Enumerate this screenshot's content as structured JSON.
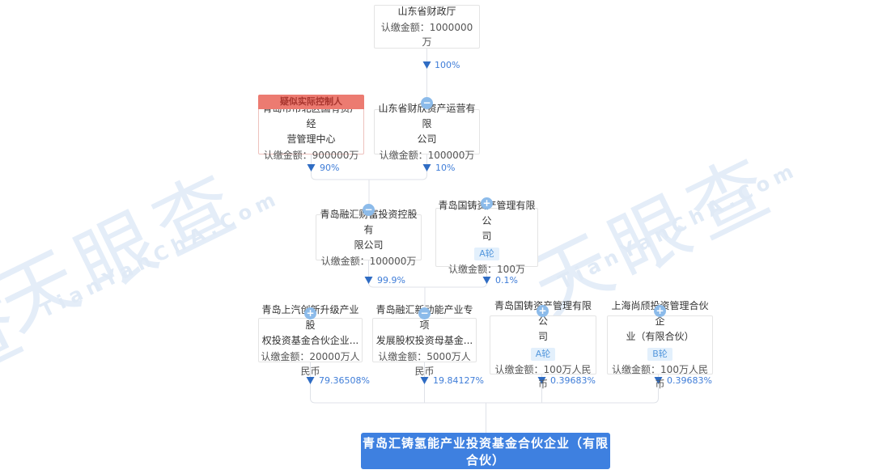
{
  "watermark": {
    "logo_text": "天眼查",
    "site_text": "TianYanChA.Com",
    "fragment_text": "查",
    "color": "#e4edf8"
  },
  "icons": {
    "plus": "+",
    "minus": "−"
  },
  "amount_label": "认缴金额：",
  "tag": {
    "label": "疑似实际控制人"
  },
  "colors": {
    "edge_line": "#dfe2e8",
    "arrow": "#2f6cc3",
    "percent_text": "#3f7dd8",
    "target_bg": "#3e80e0",
    "tag_bg": "#ec7b71",
    "round_badge_bg": "#e3f0fc",
    "round_badge_text": "#5598dd",
    "expand_circle": "#8cbbea"
  },
  "nodes": [
    {
      "name_lines": [
        "山东省财政厅"
      ],
      "amount": "1000000万"
    },
    {
      "name_lines": [
        "青岛市市北区国有资产经",
        "营管理中心"
      ],
      "amount": "900000万"
    },
    {
      "name_lines": [
        "山东省财欣资产运营有限",
        "公司"
      ],
      "amount": "100000万",
      "icon": "minus-circle"
    },
    {
      "name_lines": [
        "青岛融汇财富投资控股有",
        "限公司"
      ],
      "amount": "100000万",
      "icon": "minus-circle"
    },
    {
      "name_lines": [
        "青岛国铸资产管理有限公",
        "司"
      ],
      "badge": "A轮",
      "amount": "100万",
      "icon": "plus-circle"
    },
    {
      "name_lines": [
        "青岛上汽创新升级产业股",
        "权投资基金合伙企业..."
      ],
      "amount": "20000万人民币",
      "icon": "plus-circle"
    },
    {
      "name_lines": [
        "青岛融汇新动能产业专项",
        "发展股权投资母基金..."
      ],
      "amount": "5000万人民币",
      "icon": "minus-circle"
    },
    {
      "name_lines": [
        "青岛国铸资产管理有限公",
        "司"
      ],
      "badge": "A轮",
      "amount": "100万人民币",
      "icon": "plus-circle"
    },
    {
      "name_lines": [
        "上海尚颀投资管理合伙企",
        "业（有限合伙）"
      ],
      "badge": "B轮",
      "amount": "100万人民币",
      "icon": "plus-circle"
    }
  ],
  "edges": [
    {
      "pct": "100%"
    },
    {
      "pct": "90%"
    },
    {
      "pct": "10%"
    },
    {
      "pct": "99.9%"
    },
    {
      "pct": "0.1%"
    },
    {
      "pct": "79.36508%"
    },
    {
      "pct": "19.84127%"
    },
    {
      "pct": "0.39683%"
    },
    {
      "pct": "0.39683%"
    }
  ],
  "target": {
    "name": "青岛汇铸氢能产业投资基金合伙企业（有限合伙）"
  }
}
